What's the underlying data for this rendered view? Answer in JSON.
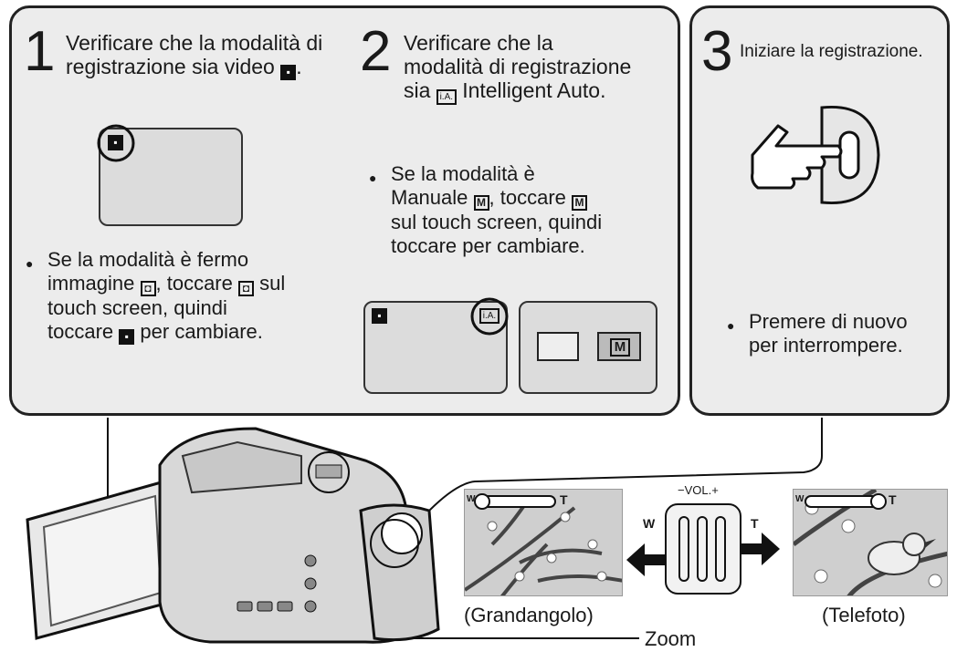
{
  "steps": [
    {
      "num": "1",
      "title_l1": "Verificare che la modalità di",
      "title_l2": "registrazione sia video",
      "title_end": ".",
      "bullet": {
        "l1": "Se la modalità è fermo",
        "l2a": "immagine",
        "l2b": ", toccare",
        "l2c": "sul",
        "l3": "touch screen, quindi",
        "l4a": "toccare",
        "l4b": "per cambiare."
      }
    },
    {
      "num": "2",
      "title_l1": "Verificare che la",
      "title_l2": "modalità di registrazione",
      "title_l3a": "sia",
      "title_l3b": "Intelligent Auto.",
      "bullet": {
        "l1": "Se la modalità è",
        "l2a": "Manuale",
        "l2b": ", toccare",
        "l3": "sul touch screen, quindi",
        "l4": "toccare  per cambiare."
      }
    },
    {
      "num": "3",
      "title": "Iniziare la registrazione.",
      "bullet": {
        "l1": "Premere di nuovo",
        "l2": "per interrompere."
      }
    }
  ],
  "icons": {
    "video": "video-mode-icon",
    "still": "still-image-mode-icon",
    "manual": "M",
    "ia": "i.A."
  },
  "zoom": {
    "vol_label": "−VOL.+",
    "w": "W",
    "t": "T",
    "wide_caption": "(Grandangolo)",
    "tele_caption": "(Telefoto)",
    "zoom_label": "Zoom"
  }
}
